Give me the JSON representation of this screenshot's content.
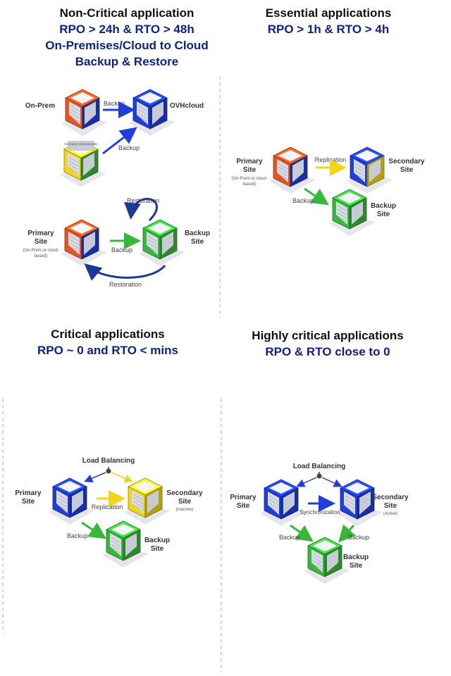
{
  "colors": {
    "heading": "#111111",
    "subheading": "#0d1f8c",
    "blue": "#1f3fd8",
    "orange": "#e8531e",
    "yellow": "#f1d51a",
    "green": "#38b83a",
    "navy": "#1b3a94",
    "divider": "#cccccc"
  },
  "q1": {
    "title": "Non-Critical application",
    "line1": "RPO > 24h & RTO > 48h",
    "line2": "On-Premises/Cloud to Cloud",
    "line3": "Backup & Restore",
    "on_prem": "On-Prem",
    "ovhcloud": "OVHcloud",
    "backup": "Backup",
    "third_party": "3rd party cloud provider",
    "primary_1": "Primary",
    "primary_2": "Site",
    "primary_note_1": "(On-Prem or cloud-",
    "primary_note_2": "based)",
    "backup_site_1": "Backup",
    "backup_site_2": "Site",
    "restoration": "Restoration"
  },
  "q2": {
    "title": "Essential applications",
    "line1": "RPO > 1h & RTO > 4h",
    "primary_1": "Primary",
    "primary_2": "Site",
    "primary_note_1": "(On-Prem or cloud-",
    "primary_note_2": "based)",
    "replication": "Replication",
    "secondary_1": "Secondary",
    "secondary_2": "Site",
    "backup": "Backup",
    "backup_site_1": "Backup",
    "backup_site_2": "Site"
  },
  "q3": {
    "title": "Critical applications",
    "line1": "RPO ~ 0 and RTO < mins",
    "load_balancing": "Load Balancing",
    "primary_1": "Primary",
    "primary_2": "Site",
    "replication": "Replication",
    "secondary_1": "Secondary",
    "secondary_2": "Site",
    "secondary_note": "(Inactive)",
    "backup": "Backup",
    "backup_site_1": "Backup",
    "backup_site_2": "Site"
  },
  "q4": {
    "title": "Highly critical applications",
    "line1": "RPO & RTO close to 0",
    "load_balancing": "Load Balancing",
    "primary_1": "Primary",
    "primary_2": "Site",
    "synchronization": "Synchronization",
    "secondary_1": "Secondary",
    "secondary_2": "Site",
    "secondary_note": "(Active)",
    "backup_left": "Backup",
    "backup_right": "Backup",
    "backup_site_1": "Backup",
    "backup_site_2": "Site"
  }
}
